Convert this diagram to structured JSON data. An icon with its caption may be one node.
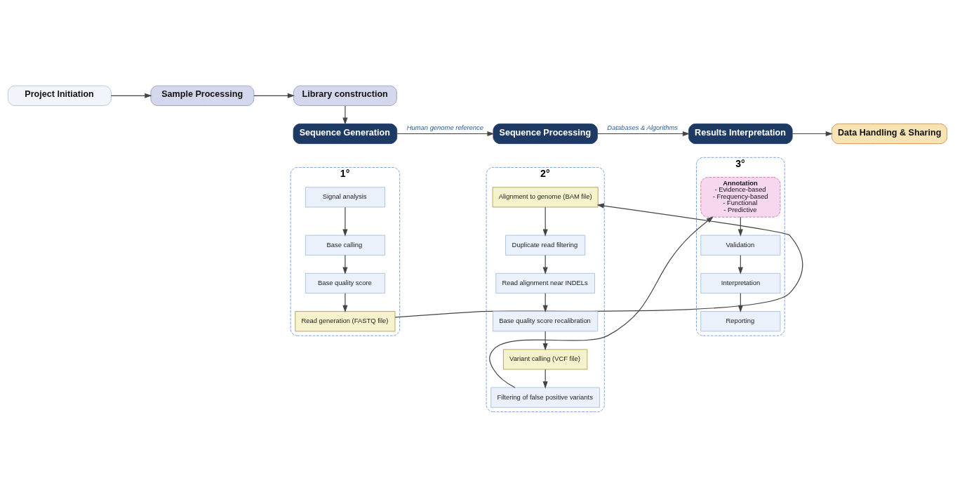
{
  "diagram": {
    "nodes": [
      {
        "text": [
          "Project Initiation"
        ]
      },
      {
        "text": [
          "Sample Processing"
        ]
      },
      {
        "text": [
          "Library construction"
        ]
      },
      {
        "text": [
          "Sequence Generation"
        ]
      },
      {
        "text": [
          "Sequence Processing"
        ]
      },
      {
        "text": [
          "Results Interpretation"
        ]
      },
      {
        "text": [
          "Data Handling & Sharing"
        ]
      },
      {
        "text": [
          "1°"
        ]
      },
      {
        "text": [
          "Signal analysis"
        ],
        "in": 7
      },
      {
        "text": [
          "Base calling"
        ],
        "in": 7
      },
      {
        "text": [
          "Base quality score"
        ],
        "in": 7
      },
      {
        "text": [
          "Read generation (FASTQ file)"
        ],
        "in": 7
      },
      {
        "text": [
          "2°"
        ]
      },
      {
        "text": [
          "Alignment to genome (BAM file)"
        ],
        "in": 12
      },
      {
        "text": [
          "Duplicate read filtering"
        ],
        "in": 12
      },
      {
        "text": [
          "Read alignment near INDELs"
        ],
        "in": 12
      },
      {
        "text": [
          "Base quality score recalibration"
        ],
        "in": 12
      },
      {
        "text": [
          "Variant calling (VCF file)"
        ],
        "in": 12
      },
      {
        "text": [
          "Filtering of false positive variants"
        ],
        "in": 12
      },
      {
        "text": [
          "3°"
        ]
      },
      {
        "text": [
          "Annotation",
          "- Evidence-based",
          "- Frequency-based",
          "- Functional",
          "- Predictive"
        ],
        "in": 19
      },
      {
        "text": [
          "Validation"
        ],
        "in": 19
      },
      {
        "text": [
          "Interpretation"
        ],
        "in": 19
      },
      {
        "text": [
          "Reporting"
        ],
        "in": 19
      }
    ],
    "edges": [
      {
        "from": 0,
        "to": 1,
        "arrow": "to"
      },
      {
        "from": 1,
        "to": 2,
        "arrow": "to"
      },
      {
        "from": 2,
        "to": 3,
        "arrow": "to"
      },
      {
        "from": 3,
        "to": 4,
        "arrow": "to",
        "label": "Human genome reference"
      },
      {
        "from": 4,
        "to": 5,
        "arrow": "to",
        "label": "Databases & Algorithms"
      },
      {
        "from": 5,
        "to": 6,
        "arrow": "to"
      },
      {
        "from": 8,
        "to": 9,
        "arrow": "to"
      },
      {
        "from": 9,
        "to": 10,
        "arrow": "to"
      },
      {
        "from": 10,
        "to": 11,
        "arrow": "to"
      },
      {
        "from": 11,
        "to": 13,
        "arrow": "to"
      },
      {
        "from": 13,
        "to": 14,
        "arrow": "to"
      },
      {
        "from": 14,
        "to": 15,
        "arrow": "to"
      },
      {
        "from": 15,
        "to": 16,
        "arrow": "to"
      },
      {
        "from": 16,
        "to": 17,
        "arrow": "to"
      },
      {
        "from": 17,
        "to": 18,
        "arrow": "to"
      },
      {
        "from": 18,
        "to": 20,
        "arrow": "to"
      },
      {
        "from": 20,
        "to": 21,
        "arrow": "to"
      },
      {
        "from": 21,
        "to": 22,
        "arrow": "to"
      },
      {
        "from": 22,
        "to": 23,
        "arrow": "to"
      }
    ]
  }
}
